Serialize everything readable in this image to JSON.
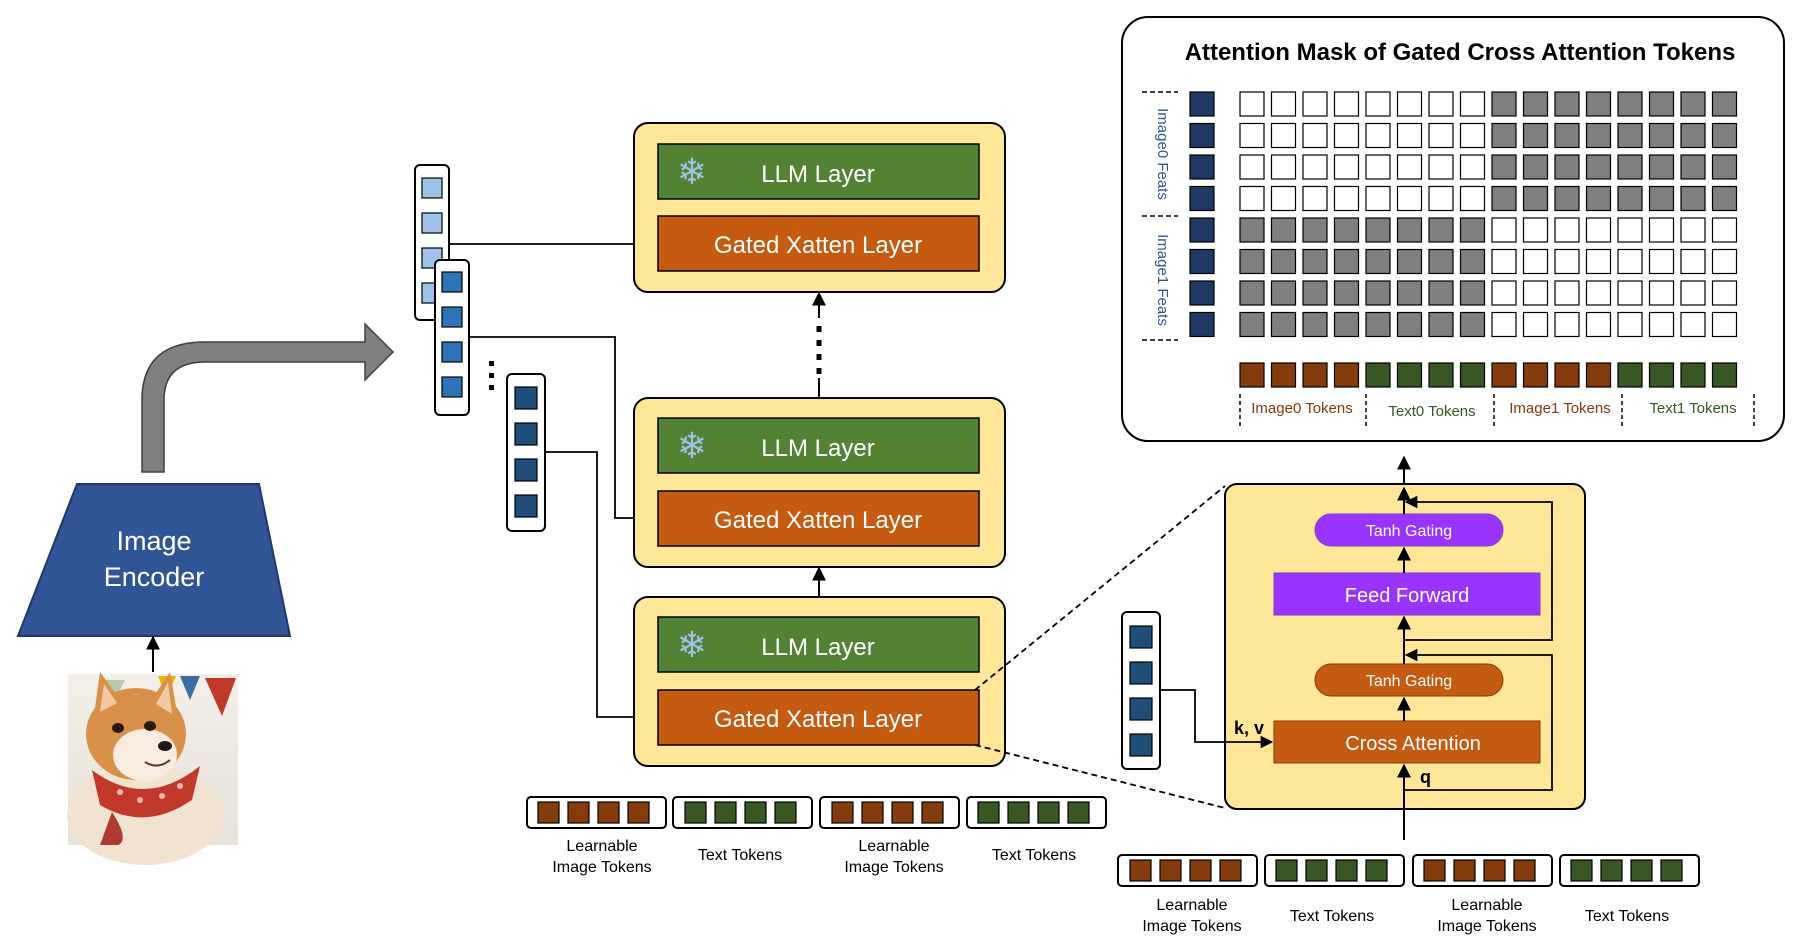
{
  "encoder": {
    "label_line1": "Image",
    "label_line2": "Encoder",
    "input_image": "shiba-inu-dog-photo"
  },
  "stack": {
    "llm_layer_label": "LLM Layer",
    "gated_layer_label": "Gated Xatten Layer",
    "frozen_icon": "snowflake-icon"
  },
  "token_row_bottom": {
    "learnable_line1": "Learnable",
    "learnable_line2": "Image Tokens",
    "text_label": "Text Tokens"
  },
  "detail": {
    "tanh_gating_label": "Tanh Gating",
    "feed_forward_label": "Feed Forward",
    "cross_attention_label": "Cross Attention",
    "kv_label": "k, v",
    "q_label": "q"
  },
  "token_row_detail": {
    "learnable_line1": "Learnable",
    "learnable_line2": "Image Tokens",
    "text_label": "Text Tokens"
  },
  "mask": {
    "title": "Attention Mask of Gated Cross Attention Tokens",
    "row_label_0": "Image0 Feats",
    "row_label_1": "Image1 Feats",
    "col_labels": [
      "Image0 Tokens",
      "Text0 Tokens",
      "Image1 Tokens",
      "Text1 Tokens"
    ],
    "rows": 8,
    "cols": 16,
    "masked_quadrants": [
      [
        0,
        1
      ],
      [
        1,
        0
      ]
    ]
  },
  "colors": {
    "llm_green": "#548235",
    "gated_orange": "#c55a11",
    "stack_fill": "#ffe699",
    "purple": "#9933ff",
    "encoder_blue": "#2f5597",
    "light_feat": "#9dc3e6",
    "mid_feat": "#2e75b6",
    "dark_feat": "#1f4e79",
    "navy_feat": "#203864",
    "image_token": "#843c0c",
    "text_token": "#385723",
    "mask_gray": "#7f7f7f",
    "image_label": "#843c0c",
    "text_label": "#385723",
    "feat_label": "#2f5597"
  }
}
